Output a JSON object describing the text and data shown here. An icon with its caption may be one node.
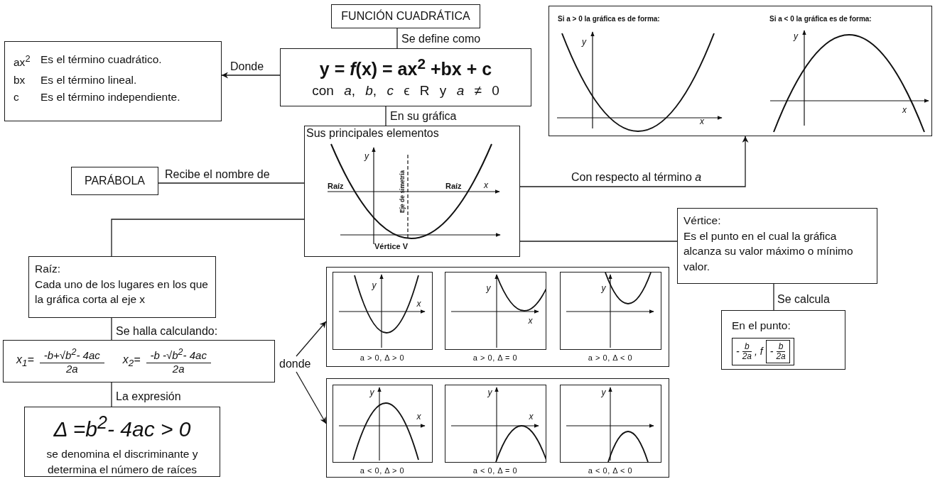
{
  "diagram": {
    "nodes": [
      {
        "text": [
          "FUNCIÓN CUADRÁTICA"
        ]
      },
      {
        "text": [
          "y = *f*(x) = ax$^{2}$ +bx + c",
          "con *a*, *b*, *c* ϵ R y *a* ≠ 0"
        ]
      },
      {
        "text": [
          "ax$^{2}$",
          "Es el término cuadrático.",
          "bx",
          "Es el término lineal.",
          "c",
          "Es el término independiente."
        ]
      },
      {
        "text": [
          "Sus principales elementos",
          "y",
          "Raíz",
          "Raíz",
          "x",
          "Eje de simetría",
          "Vértice V"
        ]
      },
      {
        "text": [
          "Si a > 0 la gráfica es de forma:",
          "y",
          "x",
          "Si a < 0 la gráfica es de forma:",
          "y",
          "x"
        ]
      },
      {
        "text": [
          "PARÁBOLA"
        ]
      },
      {
        "text": [
          "Raíz:",
          "Cada uno de los lugares en los que la gráfica corta al eje x"
        ]
      },
      {
        "text": [
          "x$_{1}$=",
          "-b+√b$^{2}$- 4ac",
          "2a",
          "x$_{2}$=",
          "-b -√b$^{2}$- 4ac",
          "2a"
        ]
      },
      {
        "text": [
          "Δ =b$^{2}$- 4ac > 0",
          "se denomina el discriminante y determina el número de raíces"
        ]
      },
      {
        "text": [
          "Vértice:",
          "Es el punto en el cual la gráfica alcanza su valor máximo o mínimo valor."
        ]
      },
      {
        "text": [
          "En el punto:",
          "-",
          "b",
          "2a",
          ", f",
          "-",
          "b",
          "2a"
        ]
      },
      {
        "text": [
          "donde"
        ]
      },
      {
        "text": [],
        "shape": "box"
      },
      {
        "text": [
          "y",
          "x",
          "a > 0, Δ > 0"
        ],
        "in": 12
      },
      {
        "text": [
          "y",
          "x",
          "a > 0, Δ = 0"
        ],
        "in": 12
      },
      {
        "text": [
          "y",
          "a > 0, Δ < 0"
        ],
        "in": 12
      },
      {
        "text": [],
        "shape": "box"
      },
      {
        "text": [
          "y",
          "x",
          "a < 0, Δ > 0"
        ],
        "in": 16
      },
      {
        "text": [
          "y",
          "x",
          "a < 0, Δ = 0"
        ],
        "in": 16
      },
      {
        "text": [
          "y",
          "a < 0, Δ < 0"
        ],
        "in": 16
      }
    ],
    "edges": [
      {
        "from": 0,
        "to": 1,
        "arrow": "none",
        "label": "Se define como"
      },
      {
        "from": 1,
        "to": 2,
        "arrow": "to",
        "label": "Donde"
      },
      {
        "from": 1,
        "to": 3,
        "arrow": "none",
        "label": "En su gráfica"
      },
      {
        "from": 5,
        "to": 3,
        "arrow": "none",
        "label": "Recibe el nombre de"
      },
      {
        "from": 3,
        "to": 4,
        "arrow": "to",
        "label": "Con respecto al término *a*"
      },
      {
        "from": 3,
        "to": 6,
        "arrow": "none"
      },
      {
        "from": 3,
        "to": 9,
        "arrow": "none"
      },
      {
        "from": 6,
        "to": 7,
        "arrow": "none",
        "label": "Se halla calculando:"
      },
      {
        "from": 7,
        "to": 8,
        "arrow": "none",
        "label": "La expresión"
      },
      {
        "from": 9,
        "to": 10,
        "arrow": "none",
        "label": "Se calcula"
      },
      {
        "from": 11,
        "to": 12,
        "arrow": "to"
      },
      {
        "from": 11,
        "to": 16,
        "arrow": "to"
      }
    ]
  }
}
